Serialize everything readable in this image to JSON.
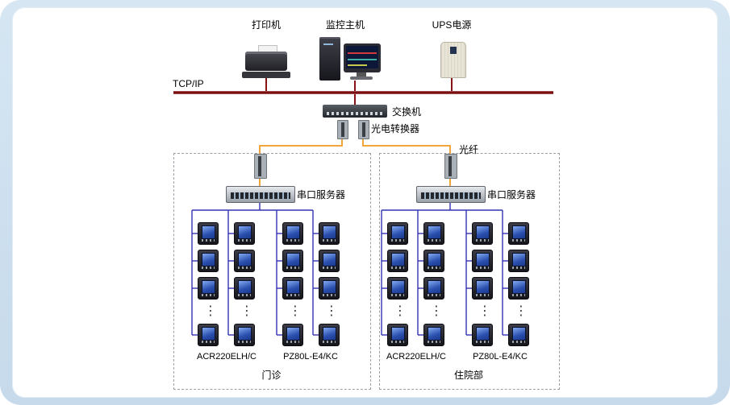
{
  "top_devices": [
    {
      "label": "打印机"
    },
    {
      "label": "监控主机"
    },
    {
      "label": "UPS电源"
    }
  ],
  "network": {
    "bus_label": "TCP/IP",
    "switch_label": "交换机",
    "converter_label": "光电转换器",
    "fiber_label": "光纤"
  },
  "panels": [
    {
      "server_label": "串口服务器",
      "meter_type_left": "ACR220ELH/C",
      "meter_type_right": "PZ80L-E4/KC",
      "footer": "门诊"
    },
    {
      "server_label": "串口服务器",
      "meter_type_left": "ACR220ELH/C",
      "meter_type_right": "PZ80L-E4/KC",
      "footer": "住院部"
    }
  ],
  "colors": {
    "background_frame": "#c9dcec",
    "tcpip_bus": "#7c1010",
    "fiber_line": "#f2a53c",
    "meter_wire": "#3434b4",
    "zone_border_dashed": "#9aa0a6"
  }
}
